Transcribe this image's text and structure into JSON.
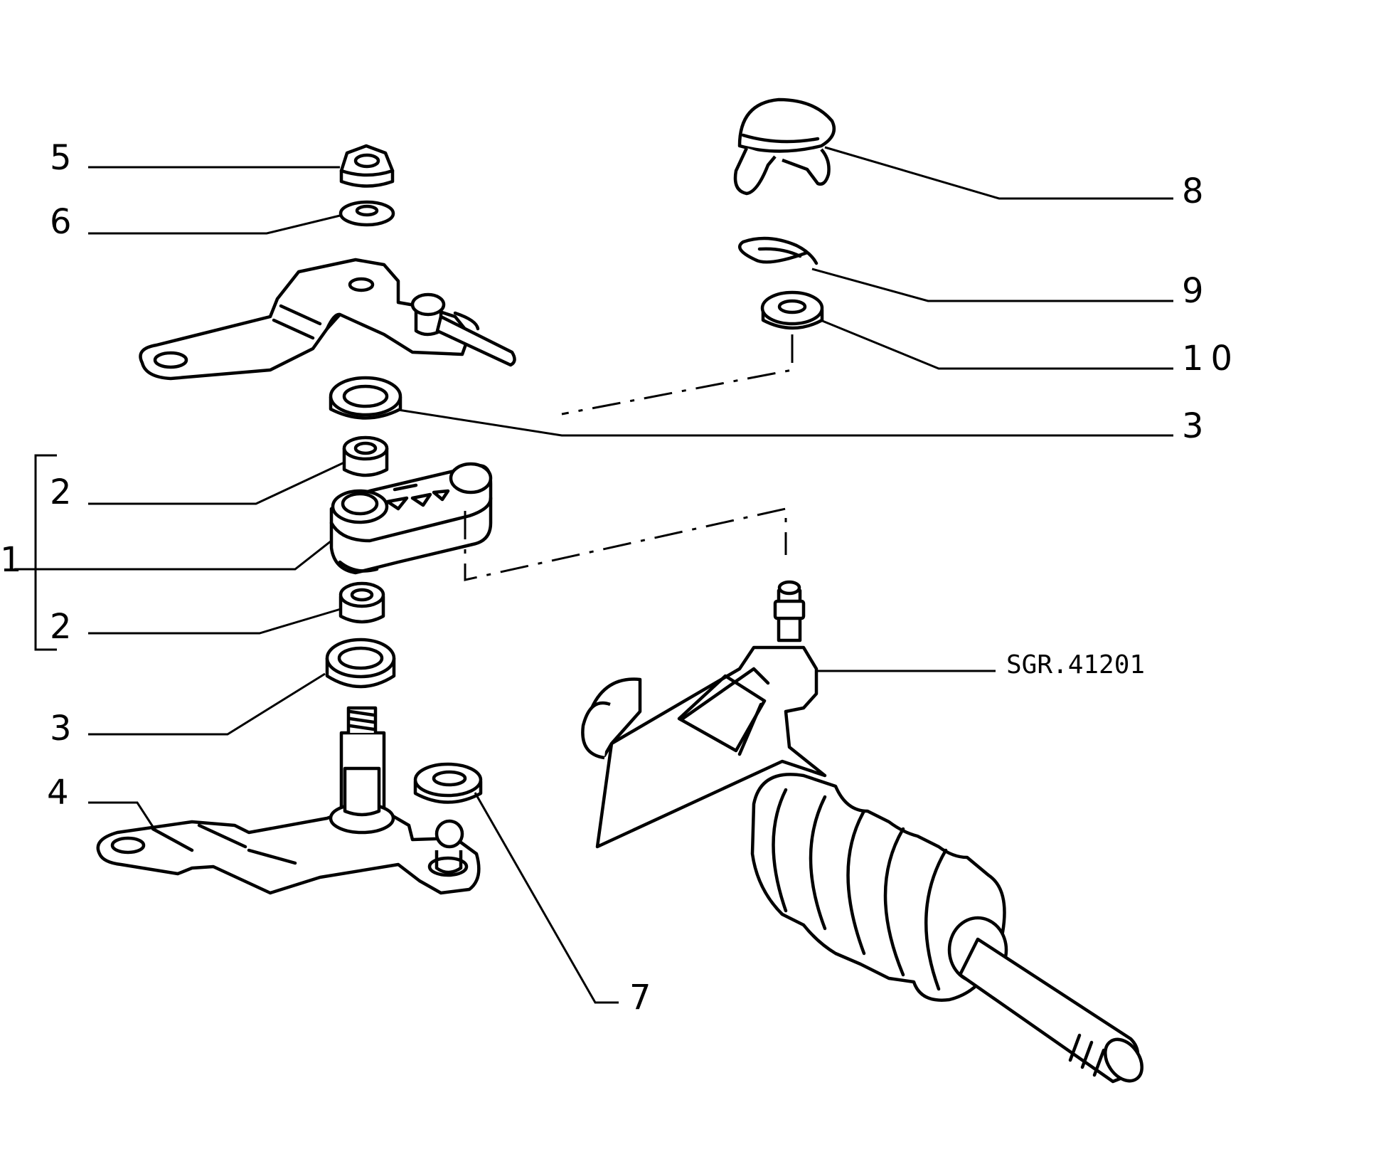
{
  "diagram": {
    "reference": "SGR.41201",
    "callouts": [
      {
        "id": "c5",
        "label": "5"
      },
      {
        "id": "c6",
        "label": "6"
      },
      {
        "id": "c8",
        "label": "8"
      },
      {
        "id": "c9",
        "label": "9"
      },
      {
        "id": "c10",
        "label": "10"
      },
      {
        "id": "c3a",
        "label": "3"
      },
      {
        "id": "c2a",
        "label": "2"
      },
      {
        "id": "c1",
        "label": "1"
      },
      {
        "id": "c2b",
        "label": "2"
      },
      {
        "id": "c3b",
        "label": "3"
      },
      {
        "id": "c4",
        "label": "4"
      },
      {
        "id": "c7",
        "label": "7"
      }
    ]
  }
}
